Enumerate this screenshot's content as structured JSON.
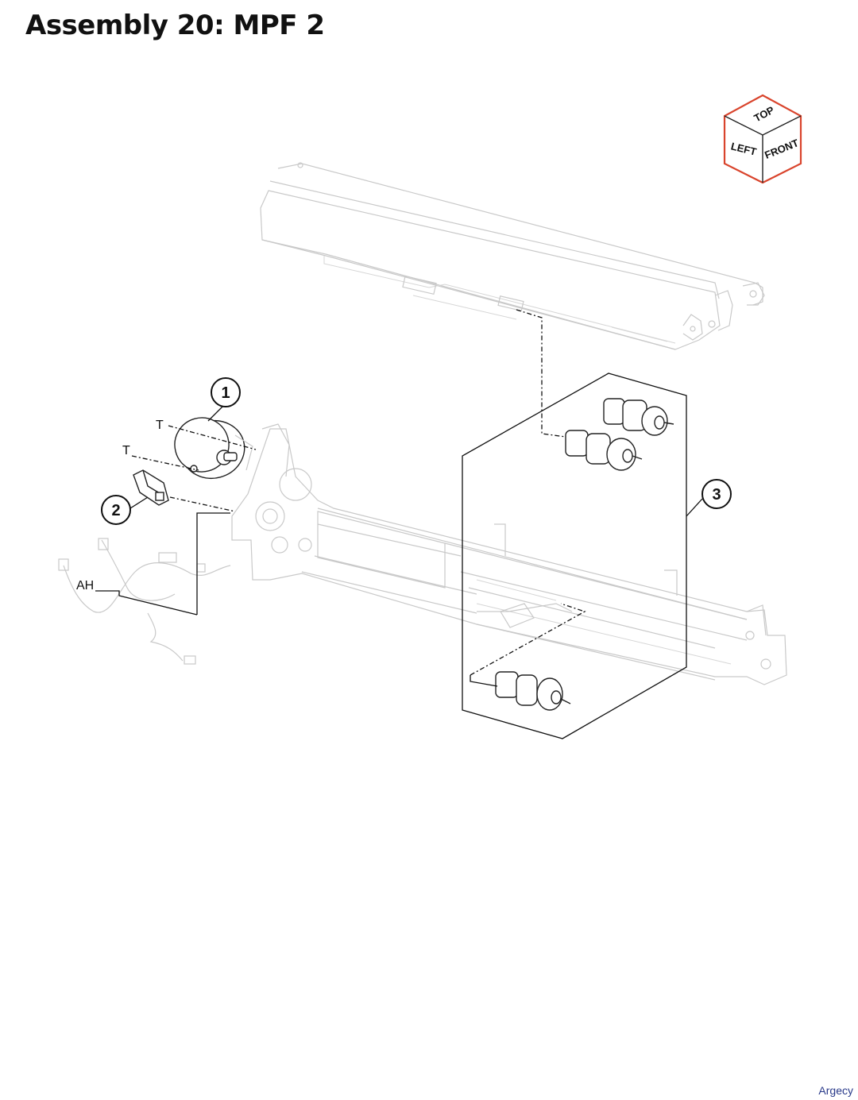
{
  "title": "Assembly 20: MPF 2",
  "orientation_cube": {
    "top": "TOP",
    "left": "LEFT",
    "front": "FRONT",
    "border_color": "#d9442c"
  },
  "callouts": [
    {
      "number": "1"
    },
    {
      "number": "2"
    },
    {
      "number": "3"
    }
  ],
  "connector_labels": {
    "t_upper": "T",
    "t_lower": "T",
    "ah": "AH"
  },
  "watermark": "Argecy"
}
